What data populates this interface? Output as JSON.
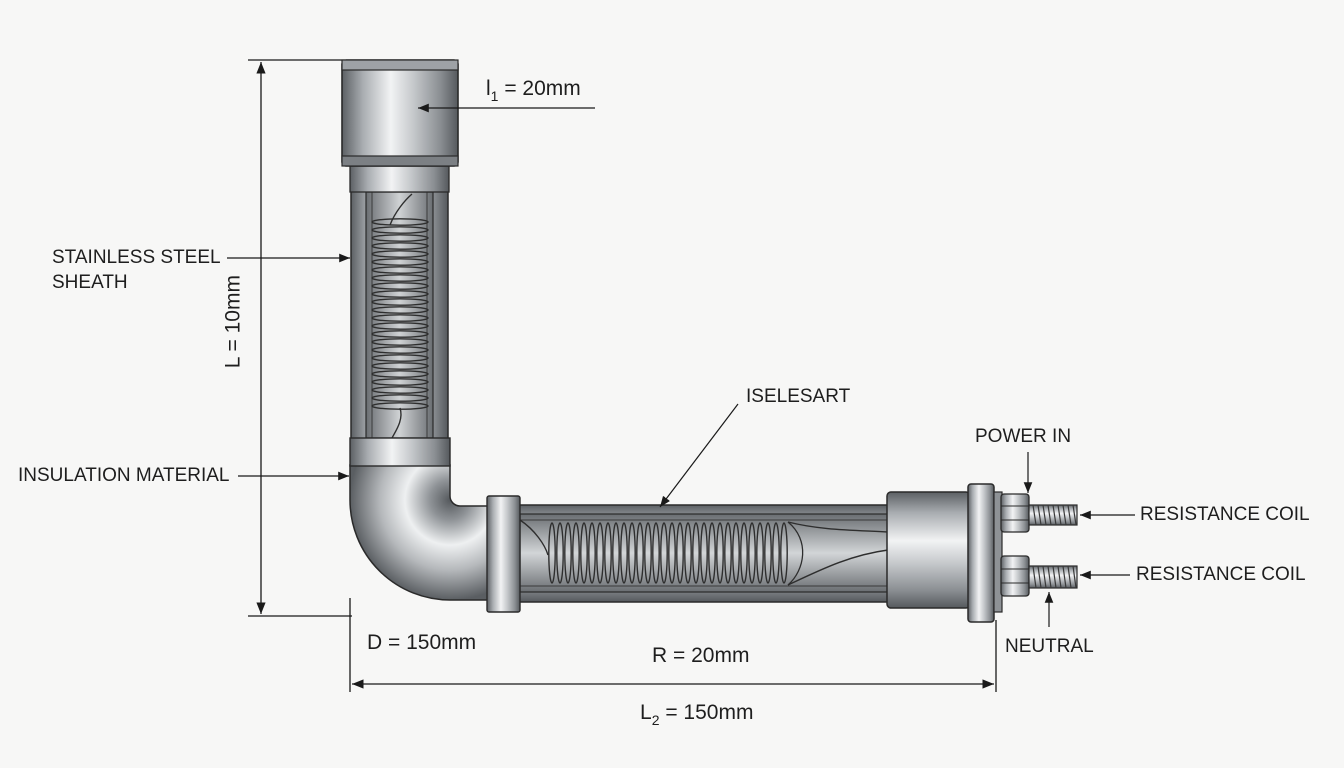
{
  "labels": {
    "sheath": [
      "STAINLESS STEEL",
      "SHEATH"
    ],
    "insulation": "INSULATION MATERIAL",
    "center_callout": "ISELESART",
    "power_in": "POWER IN",
    "coil_top": "RESISTANCE COIL",
    "coil_bottom": "RESISTANCE COIL",
    "neutral": "NEUTRAL"
  },
  "dimensions": {
    "l1": {
      "var": "l",
      "sub": "1",
      "value": "= 20mm"
    },
    "L": "L = 10mm",
    "D": "D = 150mm",
    "R": "R = 20mm",
    "L2": {
      "var": "L",
      "sub": "2",
      "value": "= 150mm"
    }
  },
  "colors": {
    "line": "#1a1a1a",
    "steel_dark": "#5e6266",
    "steel_mid": "#a8acb0",
    "steel_light": "#eef0f2",
    "background": "#f7f7f6"
  }
}
